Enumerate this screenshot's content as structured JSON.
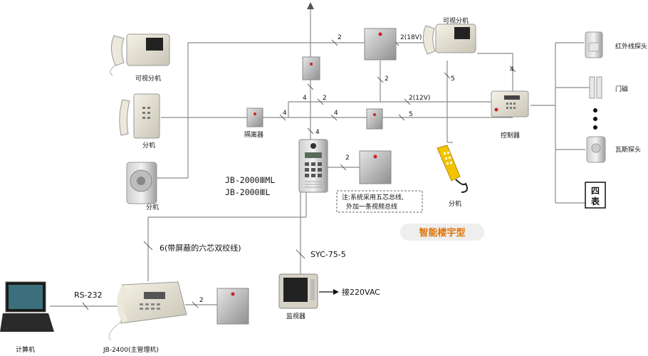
{
  "devices": {
    "video_phone_left": "可视分机",
    "video_phone_right": "可视分机",
    "extension_1": "分机",
    "extension_2": "分机",
    "extension_right": "分机",
    "isolator": "隔离器",
    "controller": "控制器",
    "infrared_probe": "红外线探头",
    "door_magnet": "门磁",
    "gas_probe": "瓦斯探头",
    "four_meters": "四表",
    "monitor": "监视器",
    "computer": "计算机",
    "host": "JB-2400(主管理机)",
    "door_model_1": "JB-2000ⅢML",
    "door_model_2": "JB-2000ⅢL"
  },
  "wires": {
    "w_top_2": "2",
    "w_top_2_12v": "2(18V)",
    "w_top_right_2": "2",
    "w_4_vert": "4",
    "w_2_mid": "2",
    "w_2_12v": "2(12V)",
    "w_4_left": "4",
    "w_4_mid": "4",
    "w_5_mid": "5",
    "w_5_vert": "5",
    "w_4_ctrl": "4",
    "w_4_door": "4",
    "w_2_door_psu": "2",
    "w_2_host_psu": "2",
    "six_core": "6(带屏蔽的六芯双绞线)",
    "coax": "SYC-75-5",
    "rs232": "RS-232",
    "ac_power": "接220VAC"
  },
  "note_lines": [
    "注:系统采用五芯总线,",
    "外加一条视频总线"
  ],
  "title": "智能楼宇型"
}
